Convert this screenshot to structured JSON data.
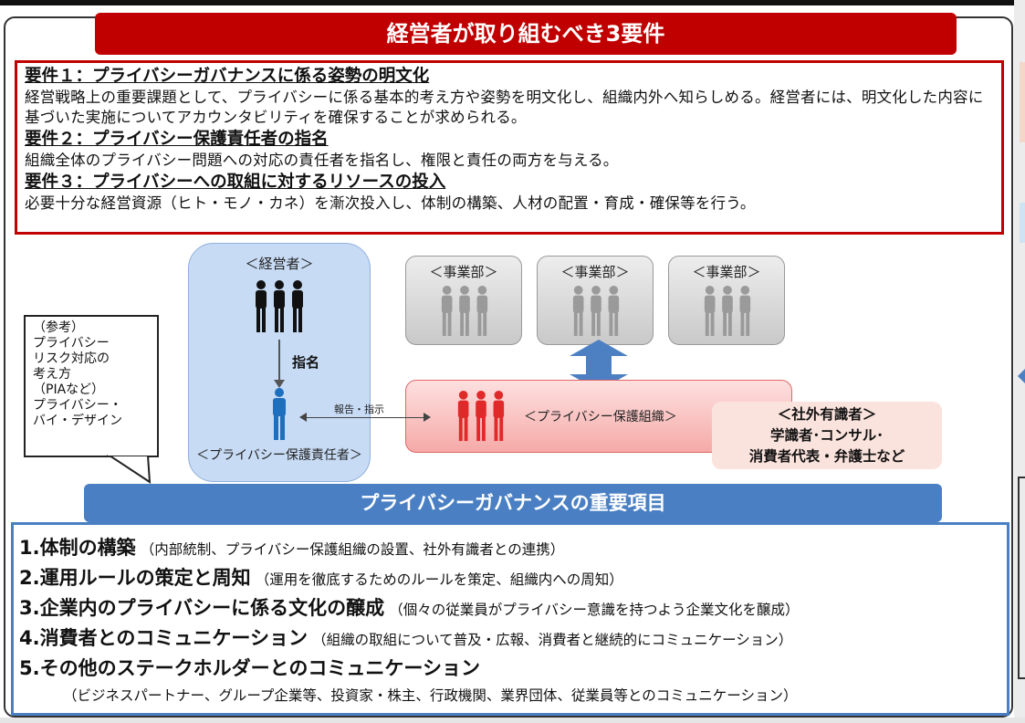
{
  "title": "経営者が取り組むべき3要件",
  "requirements": [
    {
      "title": "要件１：プライバシーガバナンスに係る姿勢の明文化",
      "text": "経営戦略上の重要課題として、プライバシーに係る基本的考え方や姿勢を明文化し、組織内外へ知らしめる。経営者には、明文化した内容に基づいた実施についてアカウンタビリティを確保することが求められる。"
    },
    {
      "title": "要件２：プライバシー保護責任者の指名",
      "text": "組織全体のプライバシー問題への対応の責任者を指名し、権限と責任の両方を与える。"
    },
    {
      "title": "要件３：プライバシーへの取組に対するリソースの投入",
      "text": "必要十分な経営資源（ヒト・モノ・カネ）を漸次投入し、体制の構築、人材の配置・育成・確保等を行う。"
    }
  ],
  "diagram": {
    "executive_label": "＜経営者＞",
    "appoint_label": "指名",
    "officer_label": "＜プライバシー保護責任者＞",
    "business_units": [
      "＜事業部＞",
      "＜事業部＞",
      "＜事業部＞"
    ],
    "privacy_org_label": "＜プライバシー保護組織＞",
    "report_label": "報告・指示",
    "experts_title": "＜社外有識者＞",
    "experts_line1": "学識者･コンサル･",
    "experts_line2": "消費者代表・弁護士など",
    "callout_lines": [
      "（参考）",
      "プライバシー",
      "リスク対応の",
      "考え方",
      "（PIAなど）",
      "プライバシー・",
      "バイ・デザイン"
    ],
    "colors": {
      "executive_people": "#111111",
      "officer_person": "#1f6fbf",
      "business_people": "#9a9a9a",
      "privacy_people": "#e02a2a",
      "arrow": "#4d80c2"
    }
  },
  "governance": {
    "header": "プライバシーガバナンスの重要項目",
    "items": [
      {
        "title": "1.体制の構築",
        "desc": "（内部統制、プライバシー保護組織の設置、社外有識者との連携）"
      },
      {
        "title": "2.運用ルールの策定と周知",
        "desc": "（運用を徹底するためのルールを策定、組織内への周知）"
      },
      {
        "title": "3.企業内のプライバシーに係る文化の醸成",
        "desc": "（個々の従業員がプライバシー意識を持つよう企業文化を醸成）"
      },
      {
        "title": "4.消費者とのコミュニケーション",
        "desc": "（組織の取組について普及・広報、消費者と継続的にコミュニケーション）"
      },
      {
        "title": "5.その他のステークホルダーとのコミュニケーション",
        "desc": ""
      }
    ],
    "item5_sub": "（ビジネスパートナー、グループ企業等、投資家・株主、行政機関、業界団体、従業員等とのコミュニケーション）"
  },
  "colors": {
    "title_red": "#c00000",
    "gov_blue": "#4a80c3"
  }
}
